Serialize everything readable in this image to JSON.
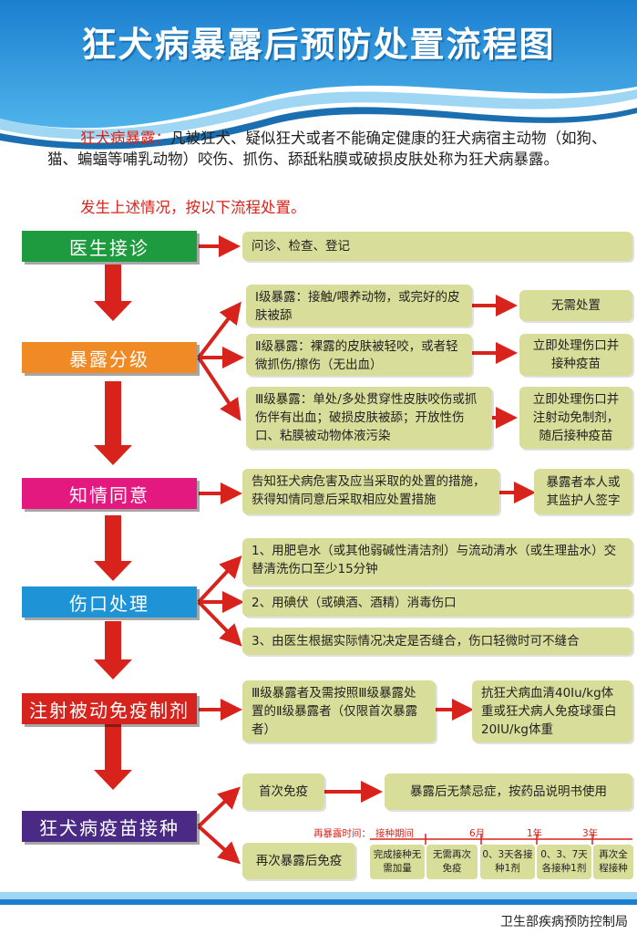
{
  "title": "狂犬病暴露后预防处置流程图",
  "intro": {
    "term": "狂犬病暴露：",
    "text": "凡被狂犬、疑似狂犬或者不能确定健康的狂犬病宿主动物（如狗、猫、蝙蝠等哺乳动物）咬伤、抓伤、舔舐粘膜或破损皮肤处称为狂犬病暴露。",
    "instruction": "发生上述情况，按以下流程处置。"
  },
  "steps": [
    {
      "label": "医生接诊",
      "color": "#1f9b3f"
    },
    {
      "label": "暴露分级",
      "color": "#f08a24"
    },
    {
      "label": "知情同意",
      "color": "#e4197f"
    },
    {
      "label": "伤口处理",
      "color": "#1e93d6"
    },
    {
      "label": "注射被动免疫制剂",
      "color": "#d7231d"
    },
    {
      "label": "狂犬病疫苗接种",
      "color": "#4a2a84"
    }
  ],
  "reception": {
    "text": "问诊、检查、登记"
  },
  "grading": [
    {
      "desc": "Ⅰ级暴露：接触/喂养动物，或完好的皮肤被舔",
      "action": "无需处置"
    },
    {
      "desc": "Ⅱ级暴露：裸露的皮肤被轻咬，或者轻微抓伤/擦伤（无出血）",
      "action": "立即处理伤口并接种疫苗"
    },
    {
      "desc": "Ⅲ级暴露：单处/多处贯穿性皮肤咬伤或抓伤伴有出血；破损皮肤被舔；开放性伤口、粘膜被动物体液污染",
      "action": "立即处理伤口并注射动免制剂，随后接种疫苗"
    }
  ],
  "consent": {
    "desc": "告知狂犬病危害及应当采取的处置的措施，获得知情同意后采取相应处置措施",
    "action": "暴露者本人或其监护人签字"
  },
  "wound": [
    "1、用肥皂水（或其他弱碱性清洁剂）与流动清水（或生理盐水）交替清洗伤口至少15分钟",
    "2、用碘伏（或碘酒、酒精）消毒伤口",
    "3、由医生根据实际情况决定是否缝合，伤口轻微时可不缝合"
  ],
  "passive": {
    "desc": "Ⅲ级暴露者及需按照Ⅲ级暴露处置的Ⅱ级暴露者（仅限首次暴露者）",
    "action": "抗狂犬病血清40Iu/kg体重或狂犬病人免疫球蛋白20IU/kg体重"
  },
  "vaccine": {
    "first": {
      "label": "首次免疫",
      "action": "暴露后无禁忌症，按药品说明书使用"
    },
    "repeat": {
      "label": "再次暴露后免疫",
      "time_label": "再暴露时间：",
      "period_label": "接种期间",
      "ticks": [
        "6月",
        "1年",
        "3年"
      ],
      "cells": [
        "完成接种无需加量",
        "无需再次免疫",
        "0、3天各接种1剂",
        "0、3、7天各接种1剂",
        "再次全程接种"
      ]
    }
  },
  "footer": "卫生部疾病预防控制局"
}
